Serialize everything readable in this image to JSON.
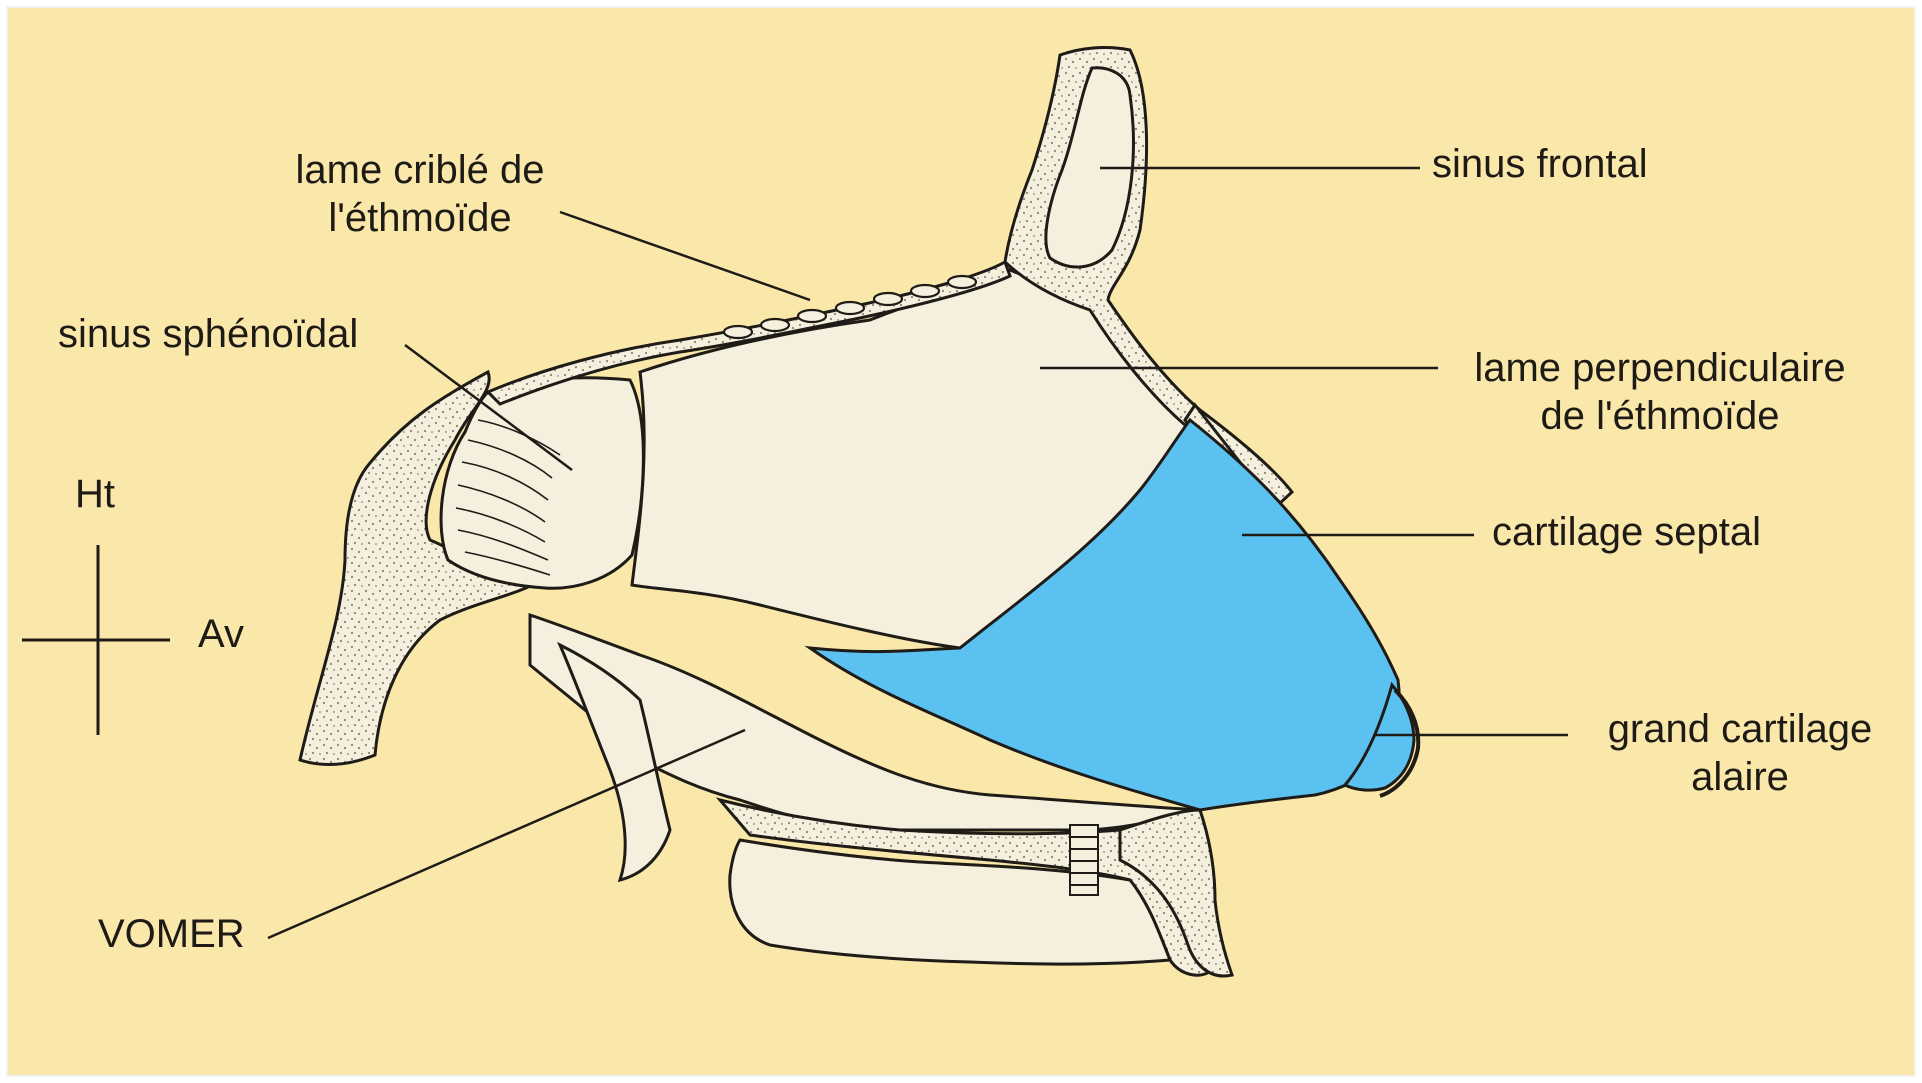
{
  "colors": {
    "background": "#fae8ab",
    "bone": "#f5efdd",
    "cartilage": "#5bc1f0",
    "stipple": "#8a8578",
    "outline": "#1f1b17",
    "text": "#1e1a16"
  },
  "labels": {
    "lame_crible": [
      "lame criblé de",
      "l'éthmoïde"
    ],
    "sinus_sphenoidal": "sinus sphénoïdal",
    "sinus_frontal": "sinus frontal",
    "lame_perpendiculaire": [
      "lame perpendiculaire",
      "de l'éthmoïde"
    ],
    "cartilage_septal": "cartilage septal",
    "grand_cartilage_alaire": [
      "grand cartilage",
      "alaire"
    ],
    "vomer": "VOMER",
    "orientation_up": "Ht",
    "orientation_front": "Av"
  },
  "icons": {
    "orientation": "crosshair-axes-icon"
  }
}
